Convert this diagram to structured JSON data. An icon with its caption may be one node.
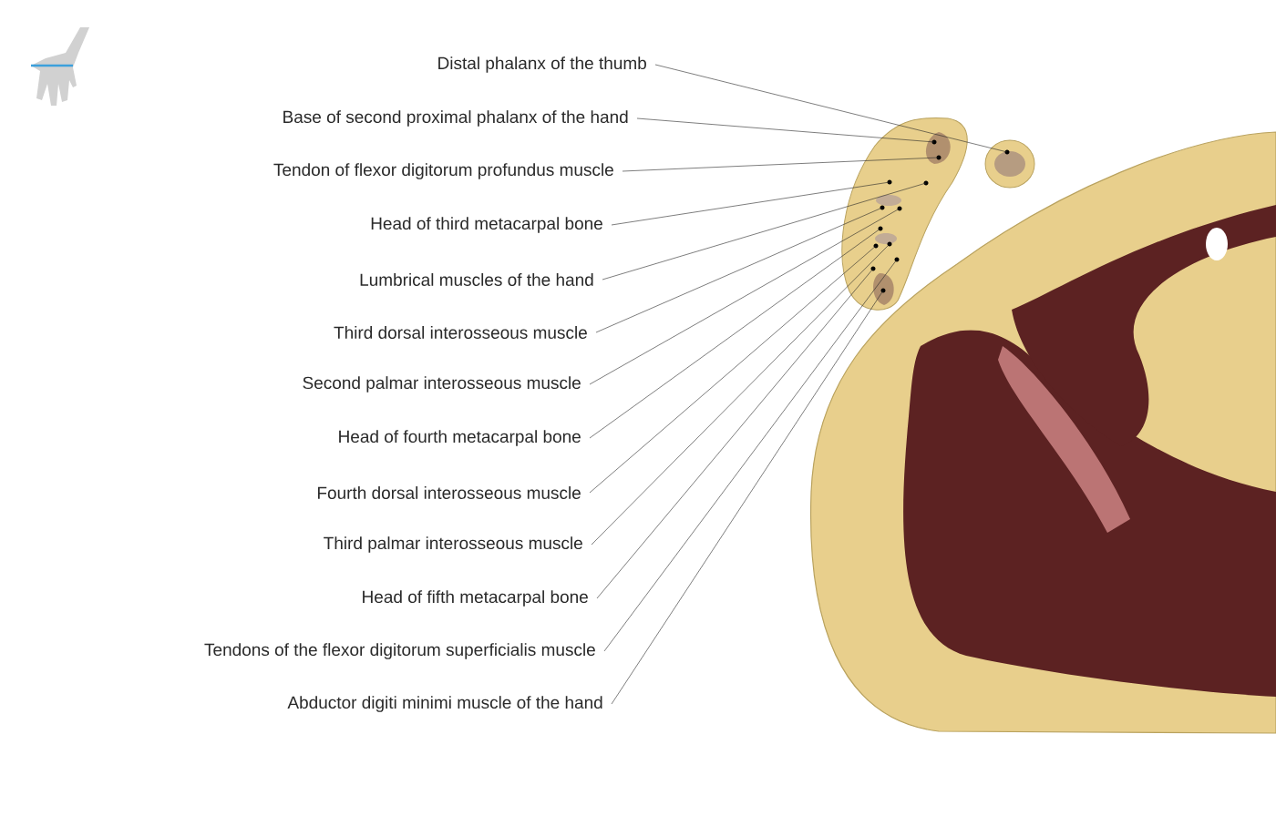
{
  "diagram": {
    "nodes": [
      {
        "text": [
          "Distal phalanx of the thumb"
        ]
      },
      {
        "text": [
          "Base of second proximal phalanx of the hand"
        ]
      },
      {
        "text": [
          "Tendon of flexor digitorum profundus muscle"
        ]
      },
      {
        "text": [
          "Head of third metacarpal bone"
        ]
      },
      {
        "text": [
          "Lumbrical muscles of the hand"
        ]
      },
      {
        "text": [
          "Third dorsal interosseous muscle"
        ]
      },
      {
        "text": [
          "Second palmar interosseous muscle"
        ]
      },
      {
        "text": [
          "Head of fourth metacarpal bone"
        ]
      },
      {
        "text": [
          "Fourth dorsal interosseous muscle"
        ]
      },
      {
        "text": [
          "Third palmar interosseous muscle"
        ]
      },
      {
        "text": [
          "Head of fifth metacarpal bone"
        ]
      },
      {
        "text": [
          "Tendons of the flexor digitorum superficialis muscle"
        ]
      },
      {
        "text": [
          "Abductor digiti minimi muscle of the hand"
        ]
      },
      {
        "text": [],
        "shape": "circle"
      },
      {
        "text": [],
        "shape": "circle"
      },
      {
        "text": [],
        "shape": "circle"
      },
      {
        "text": [],
        "shape": "circle"
      },
      {
        "text": [],
        "shape": "circle"
      },
      {
        "text": [],
        "shape": "circle"
      },
      {
        "text": [],
        "shape": "circle"
      },
      {
        "text": [],
        "shape": "circle"
      },
      {
        "text": [],
        "shape": "circle"
      },
      {
        "text": [],
        "shape": "circle"
      },
      {
        "text": [],
        "shape": "circle"
      },
      {
        "text": [],
        "shape": "circle"
      },
      {
        "text": [],
        "shape": "circle"
      }
    ],
    "edges": [
      {
        "from": 0,
        "to": 13,
        "arrow": "none"
      },
      {
        "from": 1,
        "to": 14,
        "arrow": "none"
      },
      {
        "from": 2,
        "to": 15,
        "arrow": "none"
      },
      {
        "from": 3,
        "to": 16,
        "arrow": "none"
      },
      {
        "from": 4,
        "to": 17,
        "arrow": "none"
      },
      {
        "from": 5,
        "to": 18,
        "arrow": "none"
      },
      {
        "from": 6,
        "to": 19,
        "arrow": "none"
      },
      {
        "from": 7,
        "to": 20,
        "arrow": "none"
      },
      {
        "from": 8,
        "to": 21,
        "arrow": "none"
      },
      {
        "from": 9,
        "to": 22,
        "arrow": "none"
      },
      {
        "from": 10,
        "to": 23,
        "arrow": "none"
      },
      {
        "from": 11,
        "to": 24,
        "arrow": "none"
      },
      {
        "from": 12,
        "to": 25,
        "arrow": "none"
      }
    ]
  }
}
